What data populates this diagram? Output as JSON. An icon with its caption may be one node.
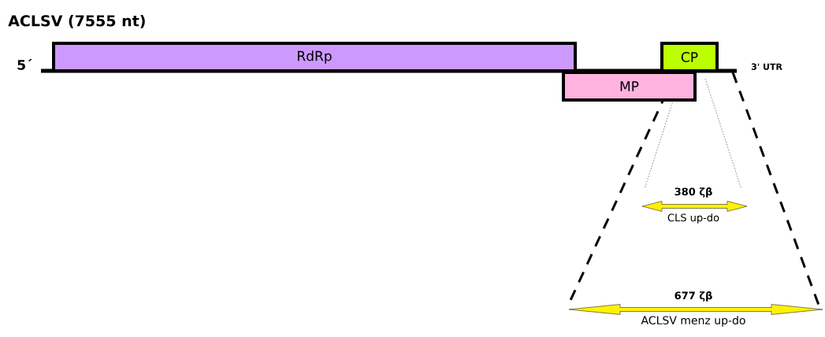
{
  "diagram": {
    "title": "ACLSV (7555 nt)",
    "nodes": [
      {
        "text": [
          "RdRp"
        ]
      },
      {
        "text": [
          "MP"
        ]
      },
      {
        "text": [
          "CP"
        ]
      }
    ],
    "labels": [
      "5΄",
      "3' UTR",
      "380 ζβ",
      "CLS up-do",
      "677 ζβ",
      "ACLSV menz up-do"
    ]
  }
}
